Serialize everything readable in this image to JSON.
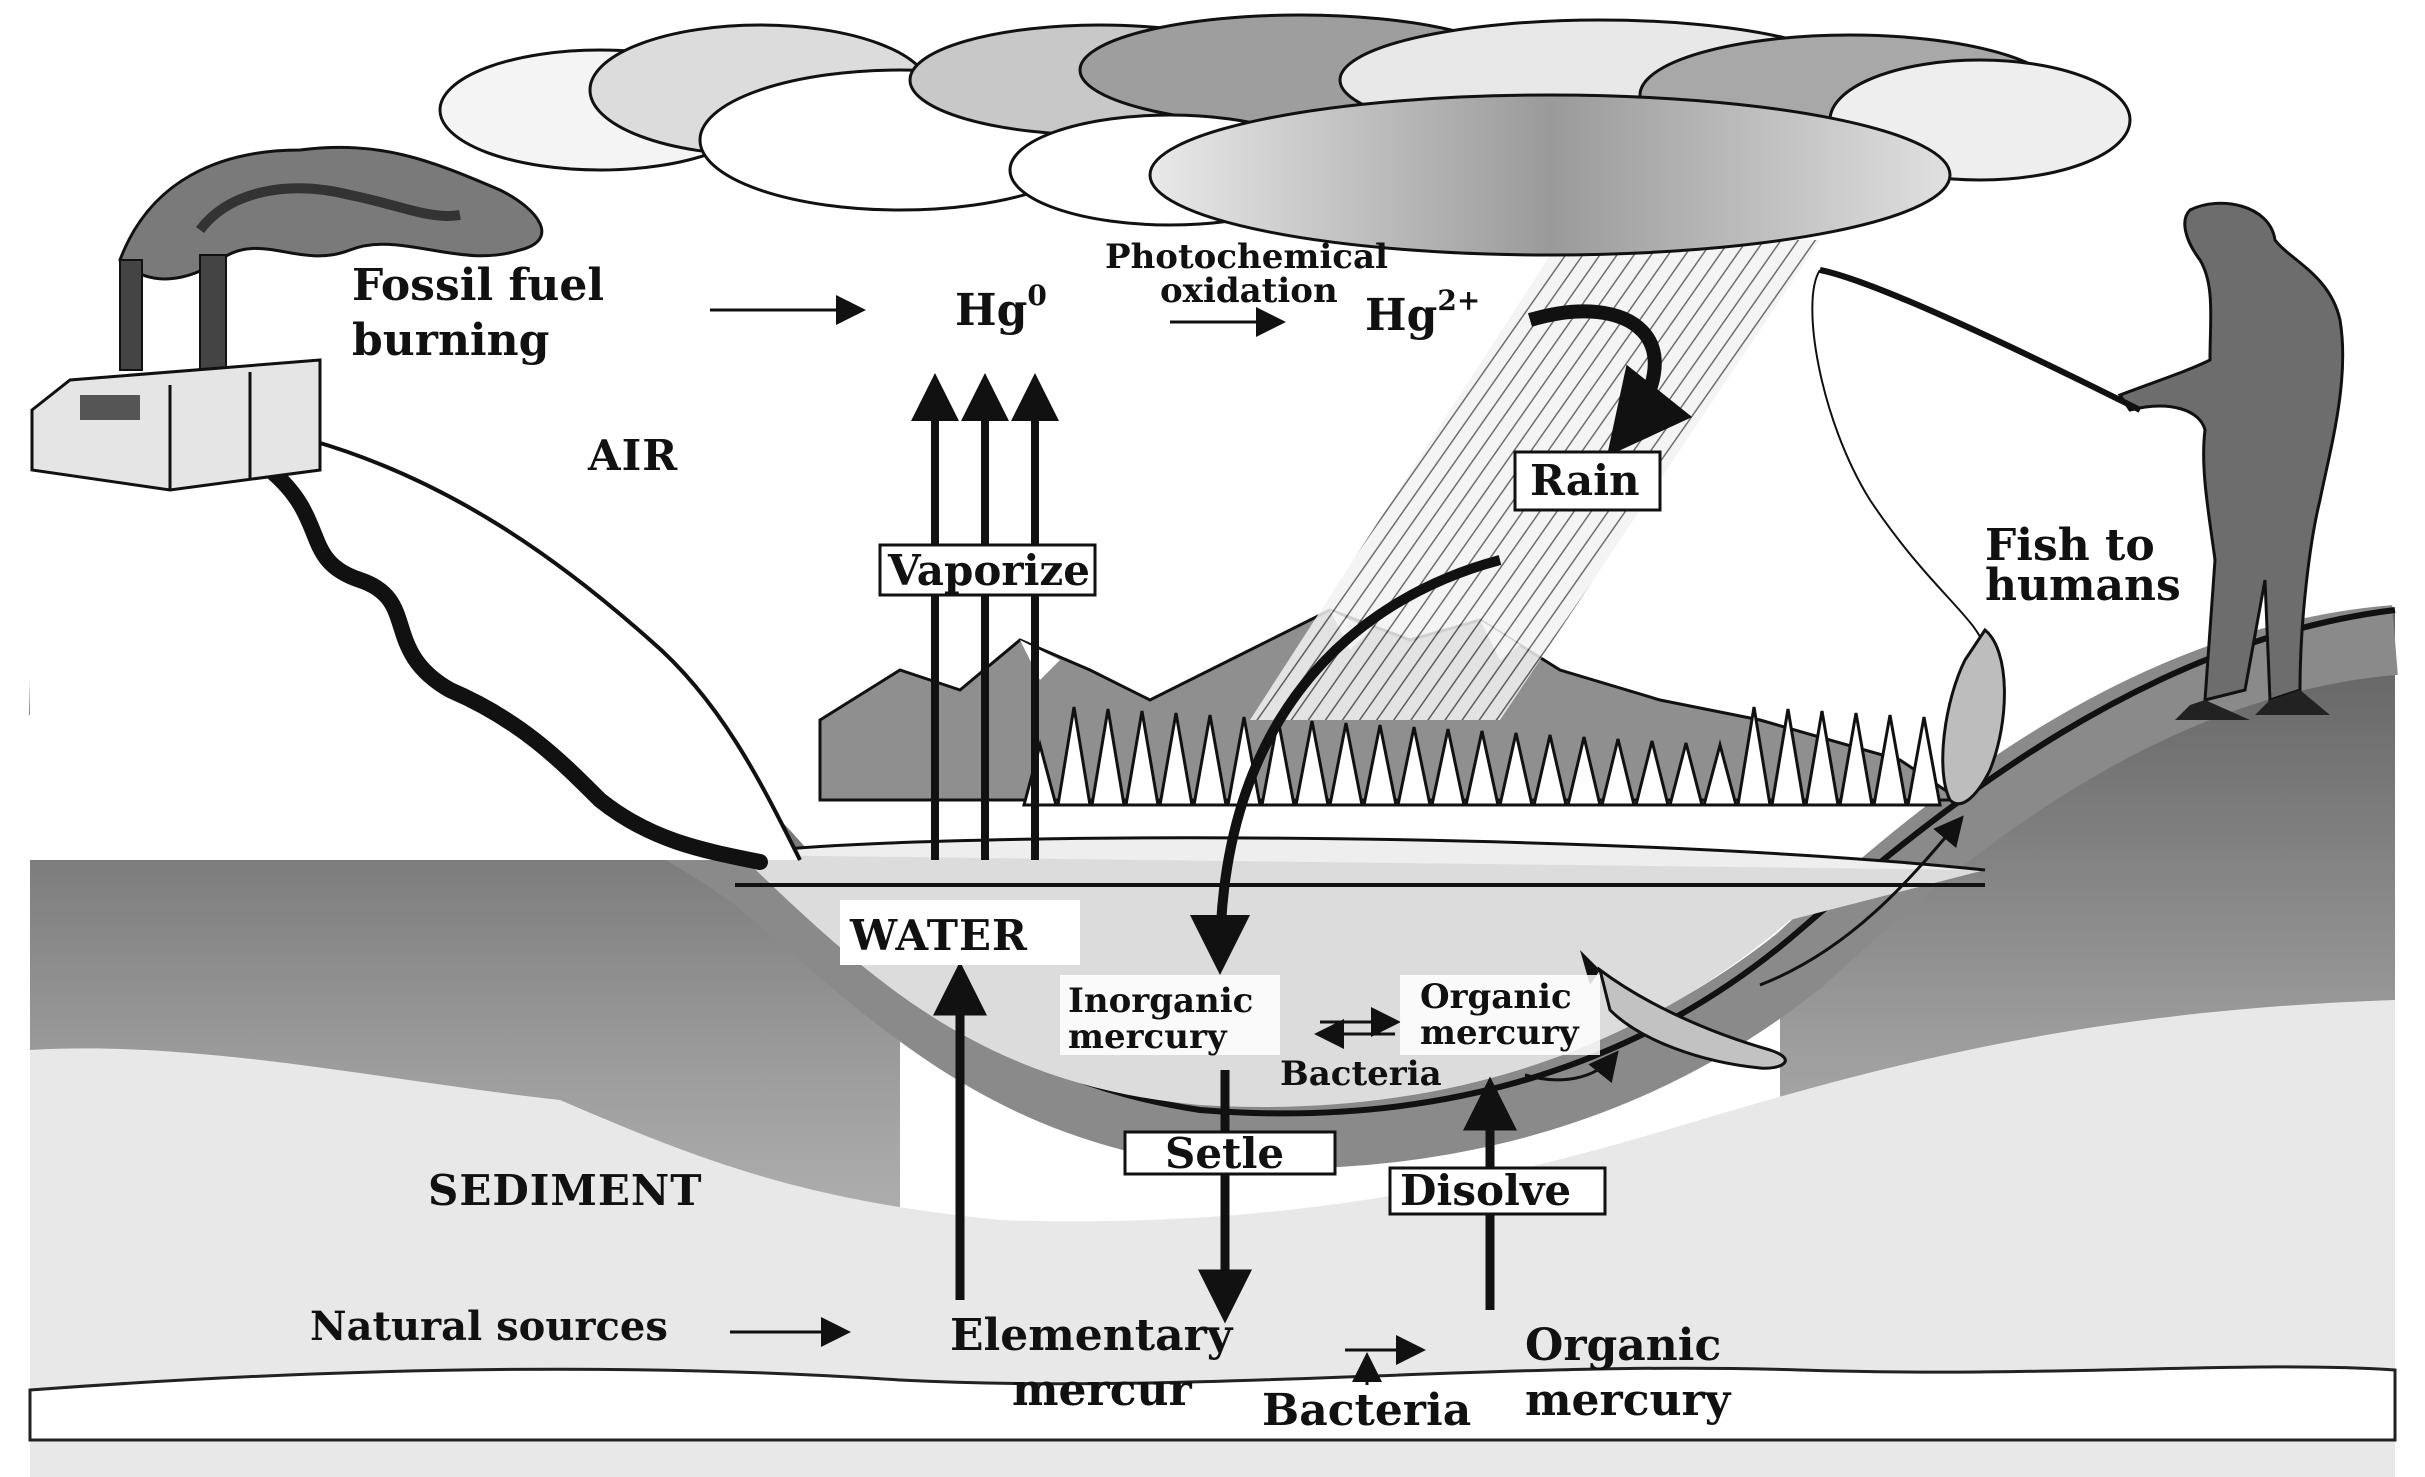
{
  "diagram": {
    "zones": {
      "air": "AIR",
      "water": "WATER",
      "sediment": "SEDIMENT"
    },
    "labels": {
      "fossil_fuel_line1": "Fossil fuel",
      "fossil_fuel_line2": "burning",
      "hg0_base": "Hg",
      "hg0_sup": "0",
      "photochem_line1": "Photochemical",
      "photochem_line2": "oxidation",
      "hg2_base": "Hg",
      "hg2_sup": "2+",
      "rain": "Rain",
      "vaporize": "Vaporize",
      "fish_line1": "Fish to",
      "fish_line2": "humans",
      "inorganic_line1": "Inorganic",
      "inorganic_line2": "mercury",
      "organic_water_line1": "Organic",
      "organic_water_line2": "mercury",
      "bacteria_water": "Bacteria",
      "setle": "Setle",
      "disolve": "Disolve",
      "natural_sources": "Natural sources",
      "elementary_line1": "Elementary",
      "elementary_line2": "mercur",
      "bacteria_sediment": "Bacteria",
      "organic_sed_line1": "Organic",
      "organic_sed_line2": "mercury"
    },
    "icons": [
      "factory-icon",
      "smokestack-icon",
      "cloud-icon",
      "rain-icon",
      "mountain-icon",
      "tree-icon",
      "fish-icon",
      "fisherman-icon"
    ],
    "colors": {
      "ink": "#111111",
      "cloud": "#d9d9d9",
      "cloud_dark": "#6f6f6f",
      "water": "#dcdcdc",
      "sediment_band": "#9a9a9a",
      "land_dark": "#6e6e6e",
      "land_mid": "#a8a8a8",
      "land_light": "#cfcfcf"
    }
  }
}
